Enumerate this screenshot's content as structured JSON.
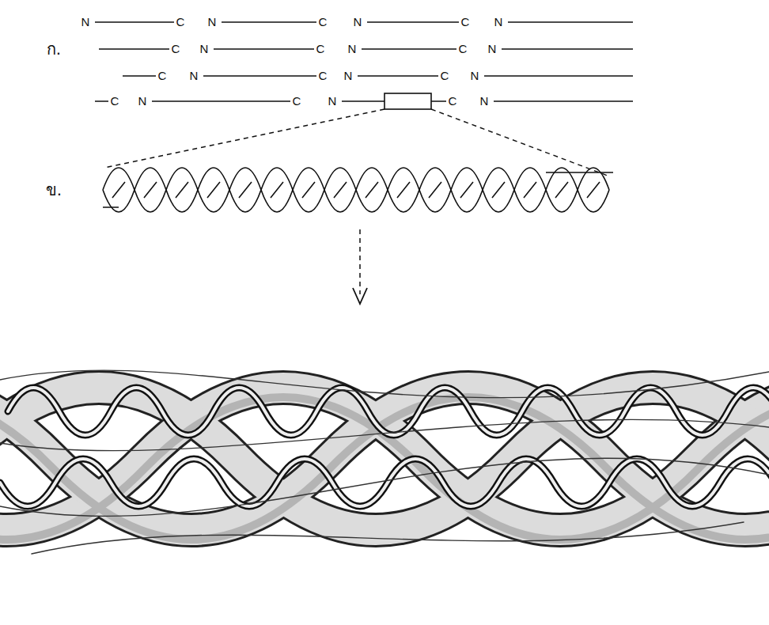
{
  "diagram": {
    "labels": [
      "ก.",
      "N",
      "C",
      "N",
      "C",
      "N",
      "C",
      "N",
      "C",
      "N",
      "C",
      "N",
      "C",
      "N",
      "C",
      "N",
      "C",
      "N",
      "C",
      "N",
      "C",
      "N",
      "C",
      "N",
      "C",
      "N",
      "ข."
    ]
  }
}
